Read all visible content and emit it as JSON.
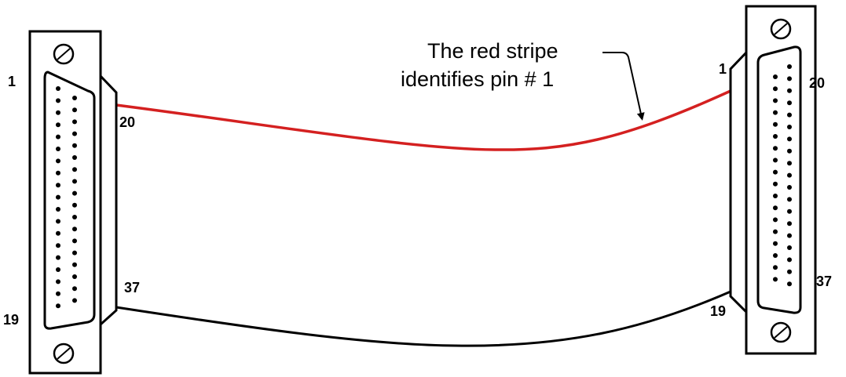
{
  "annotation": {
    "line1": "The red stripe",
    "line2": "identifies pin # 1"
  },
  "left_connector": {
    "pin_top_left": "1",
    "pin_top_right": "20",
    "pin_bottom_left": "19",
    "pin_bottom_right": "37"
  },
  "right_connector": {
    "pin_top_left": "1",
    "pin_top_right": "20",
    "pin_bottom_left": "19",
    "pin_bottom_right": "37"
  },
  "colors": {
    "stripe": "#d42020",
    "cable": "#000000"
  }
}
